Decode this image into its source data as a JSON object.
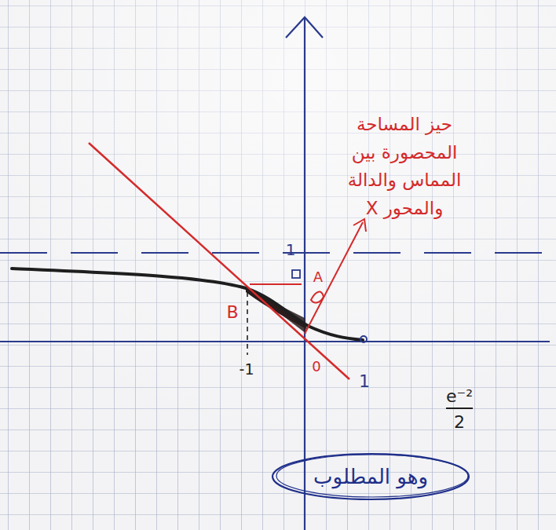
{
  "diagram": {
    "nodes": [
      {
        "text": [
          "وهو المطلوب"
        ]
      }
    ],
    "labels": [
      "حيز المساحة المحصورة بين المماس والدالة والمحور X",
      "1",
      "-1",
      "1",
      "0",
      "B",
      "A",
      "e⁻²",
      "2"
    ]
  }
}
